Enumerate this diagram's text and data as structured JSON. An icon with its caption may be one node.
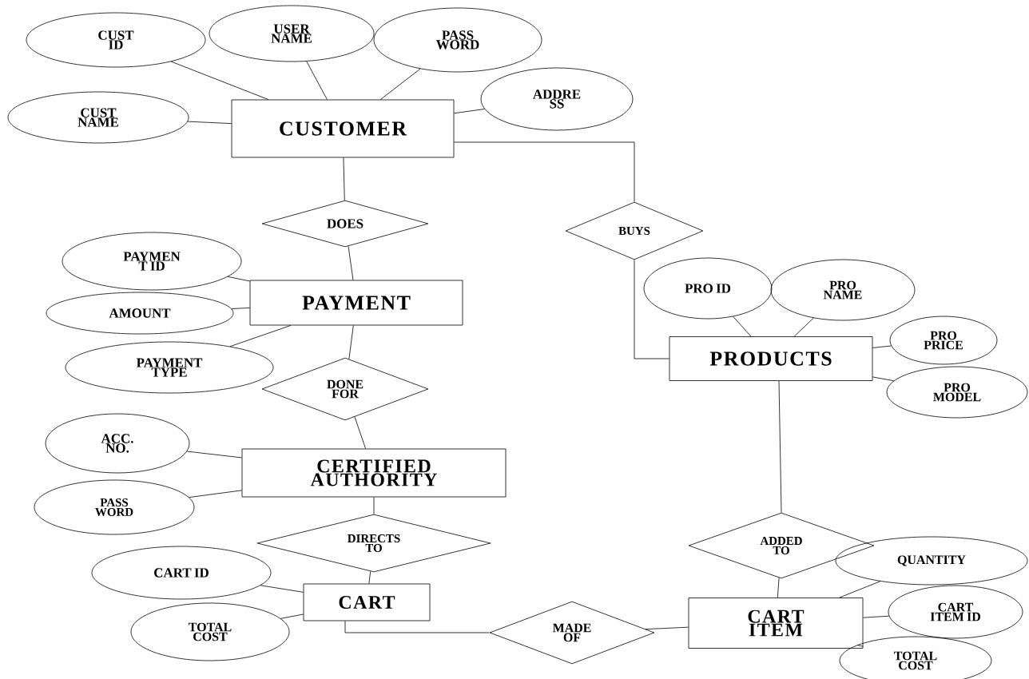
{
  "diagram": {
    "nodes": [
      {
        "text": [
          "CUSTOMER"
        ]
      },
      {
        "text": [
          "CUST ID"
        ]
      },
      {
        "text": [
          "USER NAME"
        ]
      },
      {
        "text": [
          "PASS WORD"
        ]
      },
      {
        "text": [
          "CUST NAME"
        ]
      },
      {
        "text": [
          "ADDRE SS"
        ]
      },
      {
        "text": [
          "DOES"
        ]
      },
      {
        "text": [
          "BUYS"
        ]
      },
      {
        "text": [
          "PAYMENT"
        ]
      },
      {
        "text": [
          "PAYMEN T ID"
        ]
      },
      {
        "text": [
          "AMOUNT"
        ]
      },
      {
        "text": [
          "PAYMENT TYPE"
        ]
      },
      {
        "text": [
          "PRO ID"
        ]
      },
      {
        "text": [
          "PRO NAME"
        ]
      },
      {
        "text": [
          "PRODUCTS"
        ]
      },
      {
        "text": [
          "PRO PRICE"
        ]
      },
      {
        "text": [
          "PRO MODEL"
        ]
      },
      {
        "text": [
          "DONE FOR"
        ]
      },
      {
        "text": [
          "CERTIFIED AUTHORITY"
        ]
      },
      {
        "text": [
          "ACC. NO."
        ]
      },
      {
        "text": [
          "PASS WORD"
        ]
      },
      {
        "text": [
          "DIRECTS TO"
        ]
      },
      {
        "text": [
          "ADDED TO"
        ]
      },
      {
        "text": [
          "CART ID"
        ]
      },
      {
        "text": [
          "CART"
        ]
      },
      {
        "text": [
          "TOTAL COST"
        ]
      },
      {
        "text": [
          "QUANTITY"
        ]
      },
      {
        "text": [
          "MADE OF"
        ]
      },
      {
        "text": [
          "CART ITEM"
        ]
      },
      {
        "text": [
          "CART ITEM ID"
        ]
      },
      {
        "text": [
          "TOTAL COST"
        ]
      }
    ],
    "edges": [
      {
        "from": 0,
        "to": 1,
        "arrow": "none"
      },
      {
        "from": 0,
        "to": 2,
        "arrow": "none"
      },
      {
        "from": 0,
        "to": 3,
        "arrow": "none"
      },
      {
        "from": 0,
        "to": 4,
        "arrow": "none"
      },
      {
        "from": 0,
        "to": 5,
        "arrow": "none"
      },
      {
        "from": 0,
        "to": 6,
        "arrow": "none"
      },
      {
        "from": 0,
        "to": 7,
        "arrow": "none"
      },
      {
        "from": 6,
        "to": 8,
        "arrow": "none"
      },
      {
        "from": 7,
        "to": 14,
        "arrow": "none"
      },
      {
        "from": 8,
        "to": 9,
        "arrow": "none"
      },
      {
        "from": 8,
        "to": 10,
        "arrow": "none"
      },
      {
        "from": 8,
        "to": 11,
        "arrow": "none"
      },
      {
        "from": 8,
        "to": 17,
        "arrow": "none"
      },
      {
        "from": 14,
        "to": 12,
        "arrow": "none"
      },
      {
        "from": 14,
        "to": 13,
        "arrow": "none"
      },
      {
        "from": 14,
        "to": 15,
        "arrow": "none"
      },
      {
        "from": 14,
        "to": 16,
        "arrow": "none"
      },
      {
        "from": 17,
        "to": 18,
        "arrow": "none"
      },
      {
        "from": 18,
        "to": 19,
        "arrow": "none"
      },
      {
        "from": 18,
        "to": 20,
        "arrow": "none"
      },
      {
        "from": 18,
        "to": 21,
        "arrow": "none"
      },
      {
        "from": 21,
        "to": 24,
        "arrow": "none"
      },
      {
        "from": 14,
        "to": 22,
        "arrow": "none"
      },
      {
        "from": 22,
        "to": 28,
        "arrow": "none"
      },
      {
        "from": 24,
        "to": 23,
        "arrow": "none"
      },
      {
        "from": 24,
        "to": 25,
        "arrow": "none"
      },
      {
        "from": 24,
        "to": 27,
        "arrow": "none"
      },
      {
        "from": 27,
        "to": 28,
        "arrow": "none"
      },
      {
        "from": 28,
        "to": 26,
        "arrow": "none"
      },
      {
        "from": 28,
        "to": 29,
        "arrow": "none"
      },
      {
        "from": 28,
        "to": 30,
        "arrow": "none"
      }
    ]
  }
}
